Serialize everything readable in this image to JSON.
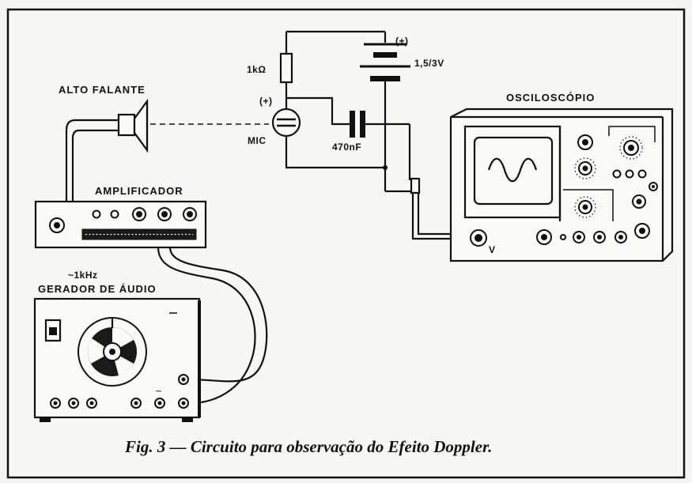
{
  "labels": {
    "alto_falante": "ALTO FALANTE",
    "amplificador": "AMPLIFICADOR",
    "freq": "~1kHz",
    "gerador": "GERADOR DE ÁUDIO",
    "resistor": "1kΩ",
    "mic_plus": "(+)",
    "mic": "MIC",
    "battery_plus": "(+)",
    "battery": "1,5/3V",
    "capacitor": "470nF",
    "osciloscopio": "OSCILOSCÓPIO",
    "input_v": "V"
  },
  "caption": "Fig. 3 — Circuito para observação do Efeito Doppler."
}
